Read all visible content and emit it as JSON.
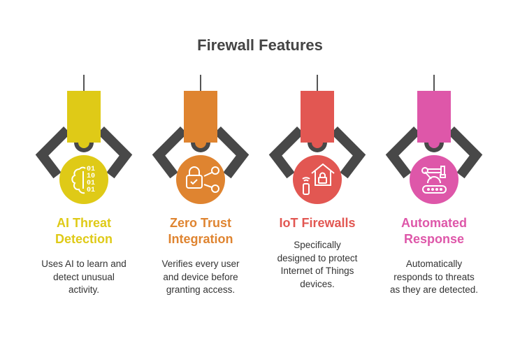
{
  "title": "Firewall Features",
  "features": [
    {
      "title_line1": "AI Threat",
      "title_line2": "Detection",
      "desc_line1": "Uses AI to learn and",
      "desc_line2": "detect unusual",
      "desc_line3": "activity.",
      "desc_line4": "",
      "color": "#DFCA17",
      "icon": "brain-binary-icon"
    },
    {
      "title_line1": "Zero Trust",
      "title_line2": "Integration",
      "desc_line1": "Verifies every user",
      "desc_line2": "and device before",
      "desc_line3": "granting access.",
      "desc_line4": "",
      "color": "#DF8430",
      "icon": "lock-network-icon"
    },
    {
      "title_line1": "IoT Firewalls",
      "title_line2": "",
      "desc_line1": "Specifically",
      "desc_line2": "designed to protect",
      "desc_line3": "Internet of Things",
      "desc_line4": "devices.",
      "color": "#E25752",
      "icon": "smart-home-lock-icon"
    },
    {
      "title_line1": "Automated",
      "title_line2": "Response",
      "desc_line1": "Automatically",
      "desc_line2": "responds to threats",
      "desc_line3": "as they are detected.",
      "desc_line4": "",
      "color": "#DE57A9",
      "icon": "robot-arm-conveyor-icon"
    }
  ]
}
